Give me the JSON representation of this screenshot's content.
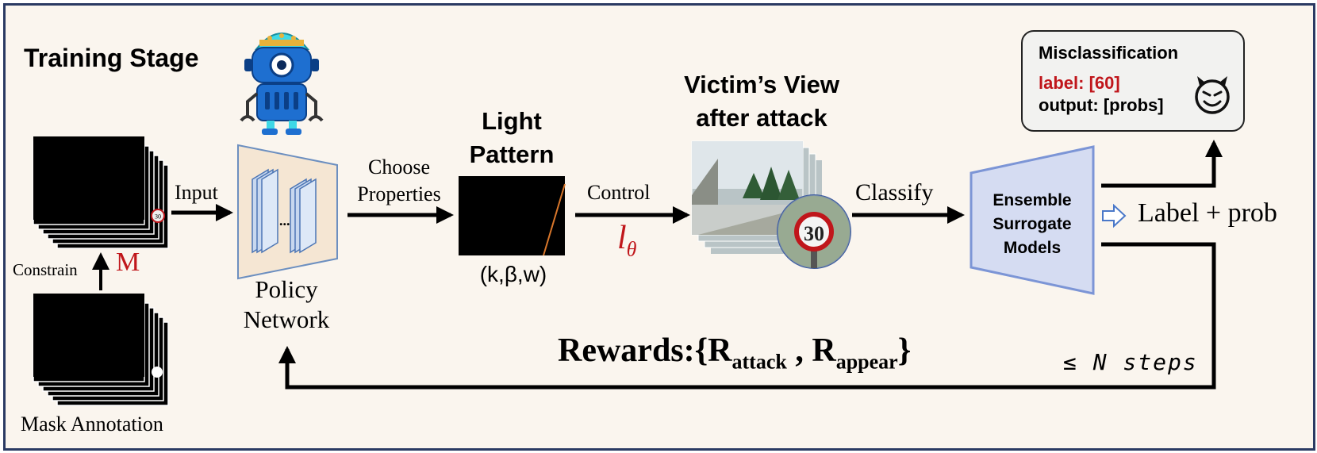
{
  "stage_title": "Training Stage",
  "mask_annotation_label": "Mask Annotation",
  "constrain_label": "Constrain",
  "mask_symbol": "M",
  "input_label": "Input",
  "policy_network_label_line1": "Policy",
  "policy_network_label_line2": "Network",
  "policy_dots": "...",
  "choose_properties_line1": "Choose",
  "choose_properties_line2": "Properties",
  "light_pattern_line1": "Light",
  "light_pattern_line2": "Pattern",
  "light_params": "(k,β,w)",
  "control_label": "Control",
  "l_theta_main": "l",
  "l_theta_sub": "θ",
  "victim_view_line1": "Victim’s View",
  "victim_view_line2": "after attack",
  "sign_number": "30",
  "small_sign_number": "30",
  "classify_label": "Classify",
  "ensemble_line1": "Ensemble",
  "ensemble_line2": "Surrogate",
  "ensemble_line3": "Models",
  "label_prob": "Label + prob",
  "misclassification_title": "Misclassification",
  "misclass_label_prefix": "label: ",
  "misclass_label_value": "[60]",
  "misclass_output": "output: [probs]",
  "rewards_prefix": "Rewards:{R",
  "rewards_attack_sub": "attack",
  "rewards_sep": " , R",
  "rewards_appear_sub": "appear",
  "rewards_suffix": "}",
  "steps_label": "≤ N steps",
  "colors": {
    "border": "#2a3a63",
    "background": "#faf5ee",
    "accent_red": "#c0161b",
    "policy_fill": "#f5e6d3",
    "policy_stroke": "#6c8fc0",
    "ensemble_fill": "#d5dcf2",
    "ensemble_stroke": "#7c95d6",
    "robot_blue": "#1e6fd0",
    "robot_dome": "#3fd8e6",
    "light_line": "#d9772b"
  },
  "icons": {
    "robot": "robot-icon",
    "devil": "devil-smiley-icon",
    "hollow_arrow": "hollow-right-arrow-icon"
  }
}
